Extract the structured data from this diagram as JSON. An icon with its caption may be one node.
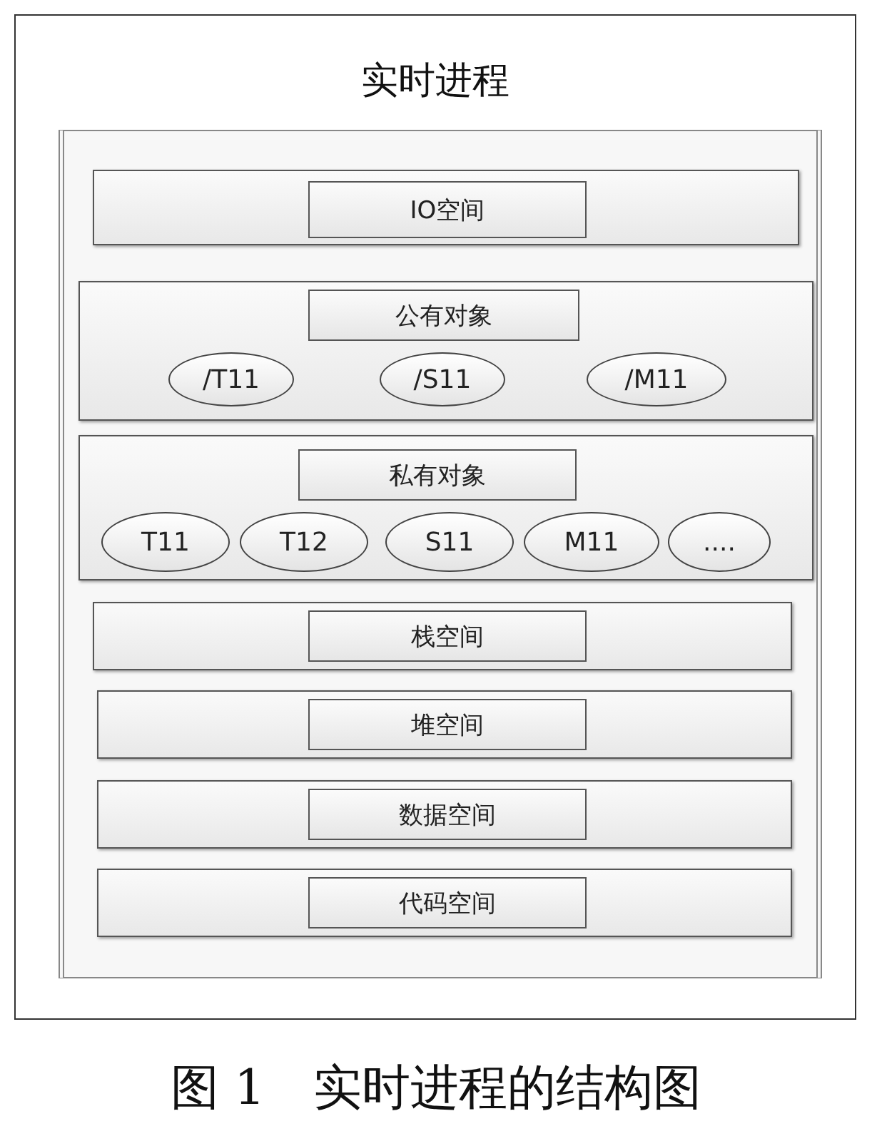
{
  "diagram": {
    "caption": "图 1　实时进程的结构图",
    "nodes": [
      {
        "text": [
          "实时进程"
        ]
      },
      {
        "text": [],
        "shape": "box",
        "in": 0
      },
      {
        "text": [],
        "shape": "box",
        "in": 1
      },
      {
        "text": [
          "IO空间"
        ],
        "in": 2
      },
      {
        "text": [],
        "shape": "box",
        "in": 1
      },
      {
        "text": [
          "公有对象"
        ],
        "in": 4
      },
      {
        "text": [
          "/T11"
        ],
        "in": 4
      },
      {
        "text": [
          "/S11"
        ],
        "in": 4
      },
      {
        "text": [
          "/M11"
        ],
        "in": 4
      },
      {
        "text": [],
        "shape": "box",
        "in": 1
      },
      {
        "text": [
          "私有对象"
        ],
        "in": 9
      },
      {
        "text": [
          "T11"
        ],
        "in": 9
      },
      {
        "text": [
          "T12"
        ],
        "in": 9
      },
      {
        "text": [
          "S11"
        ],
        "in": 9
      },
      {
        "text": [
          "M11"
        ],
        "in": 9
      },
      {
        "text": [
          "...."
        ],
        "in": 9
      },
      {
        "text": [],
        "shape": "box",
        "in": 1
      },
      {
        "text": [
          "栈空间"
        ],
        "in": 16
      },
      {
        "text": [],
        "shape": "box",
        "in": 1
      },
      {
        "text": [
          "堆空间"
        ],
        "in": 18
      },
      {
        "text": [],
        "shape": "box",
        "in": 1
      },
      {
        "text": [
          "数据空间"
        ],
        "in": 20
      },
      {
        "text": [],
        "shape": "box",
        "in": 1
      },
      {
        "text": [
          "代码空间"
        ],
        "in": 22
      }
    ]
  }
}
